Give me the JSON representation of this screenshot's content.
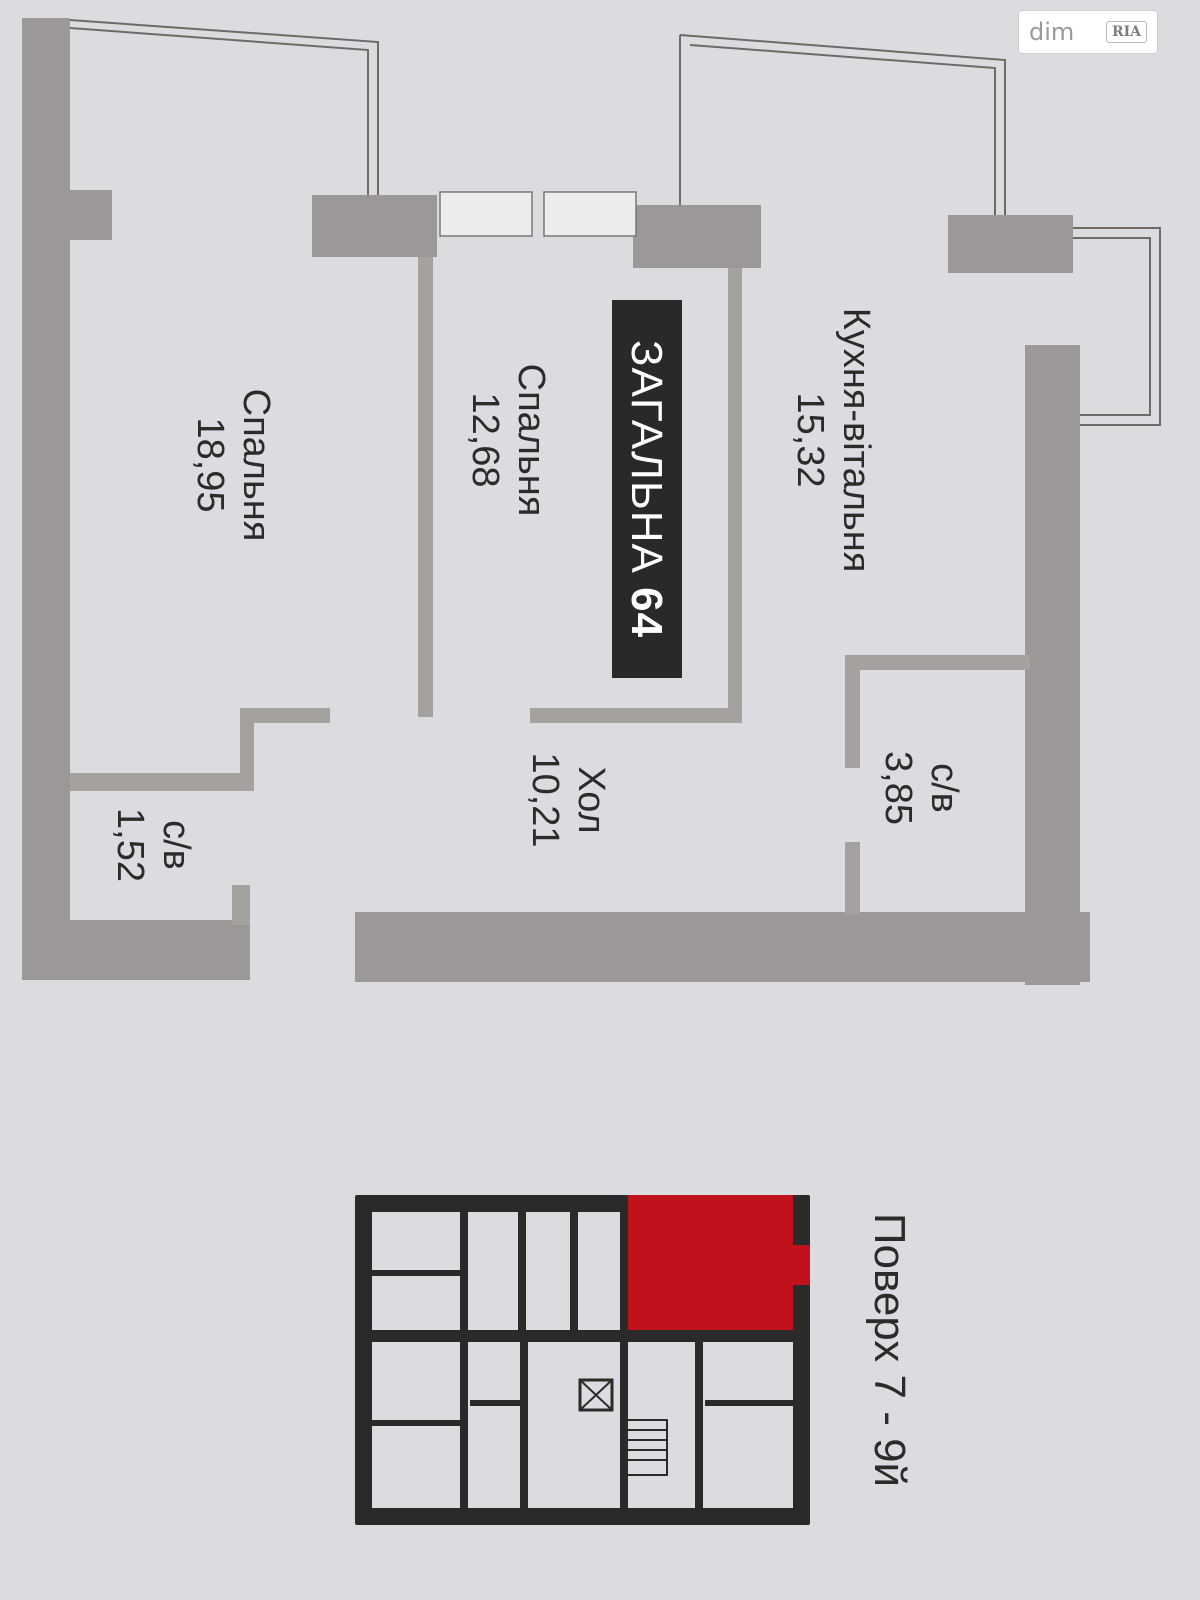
{
  "watermark": {
    "brand": "dim",
    "logo": "RIA"
  },
  "plan": {
    "total_label": "ЗАГАЛЬНА",
    "total_value": "64",
    "rooms": [
      {
        "name": "Спальня",
        "area": "18,95"
      },
      {
        "name": "Спальня",
        "area": "12,68"
      },
      {
        "name": "Кухня-вітальня",
        "area": "15,32"
      },
      {
        "name": "Хол",
        "area": "10,21"
      },
      {
        "name": "с/в",
        "area": "3,85"
      },
      {
        "name": "с/в",
        "area": "1,52"
      }
    ]
  },
  "floor": {
    "label": "Поверх 7 - 9й"
  },
  "colors": {
    "wall": "#9b9897",
    "highlight": "#c0111c",
    "background": "#dcdbdf"
  }
}
